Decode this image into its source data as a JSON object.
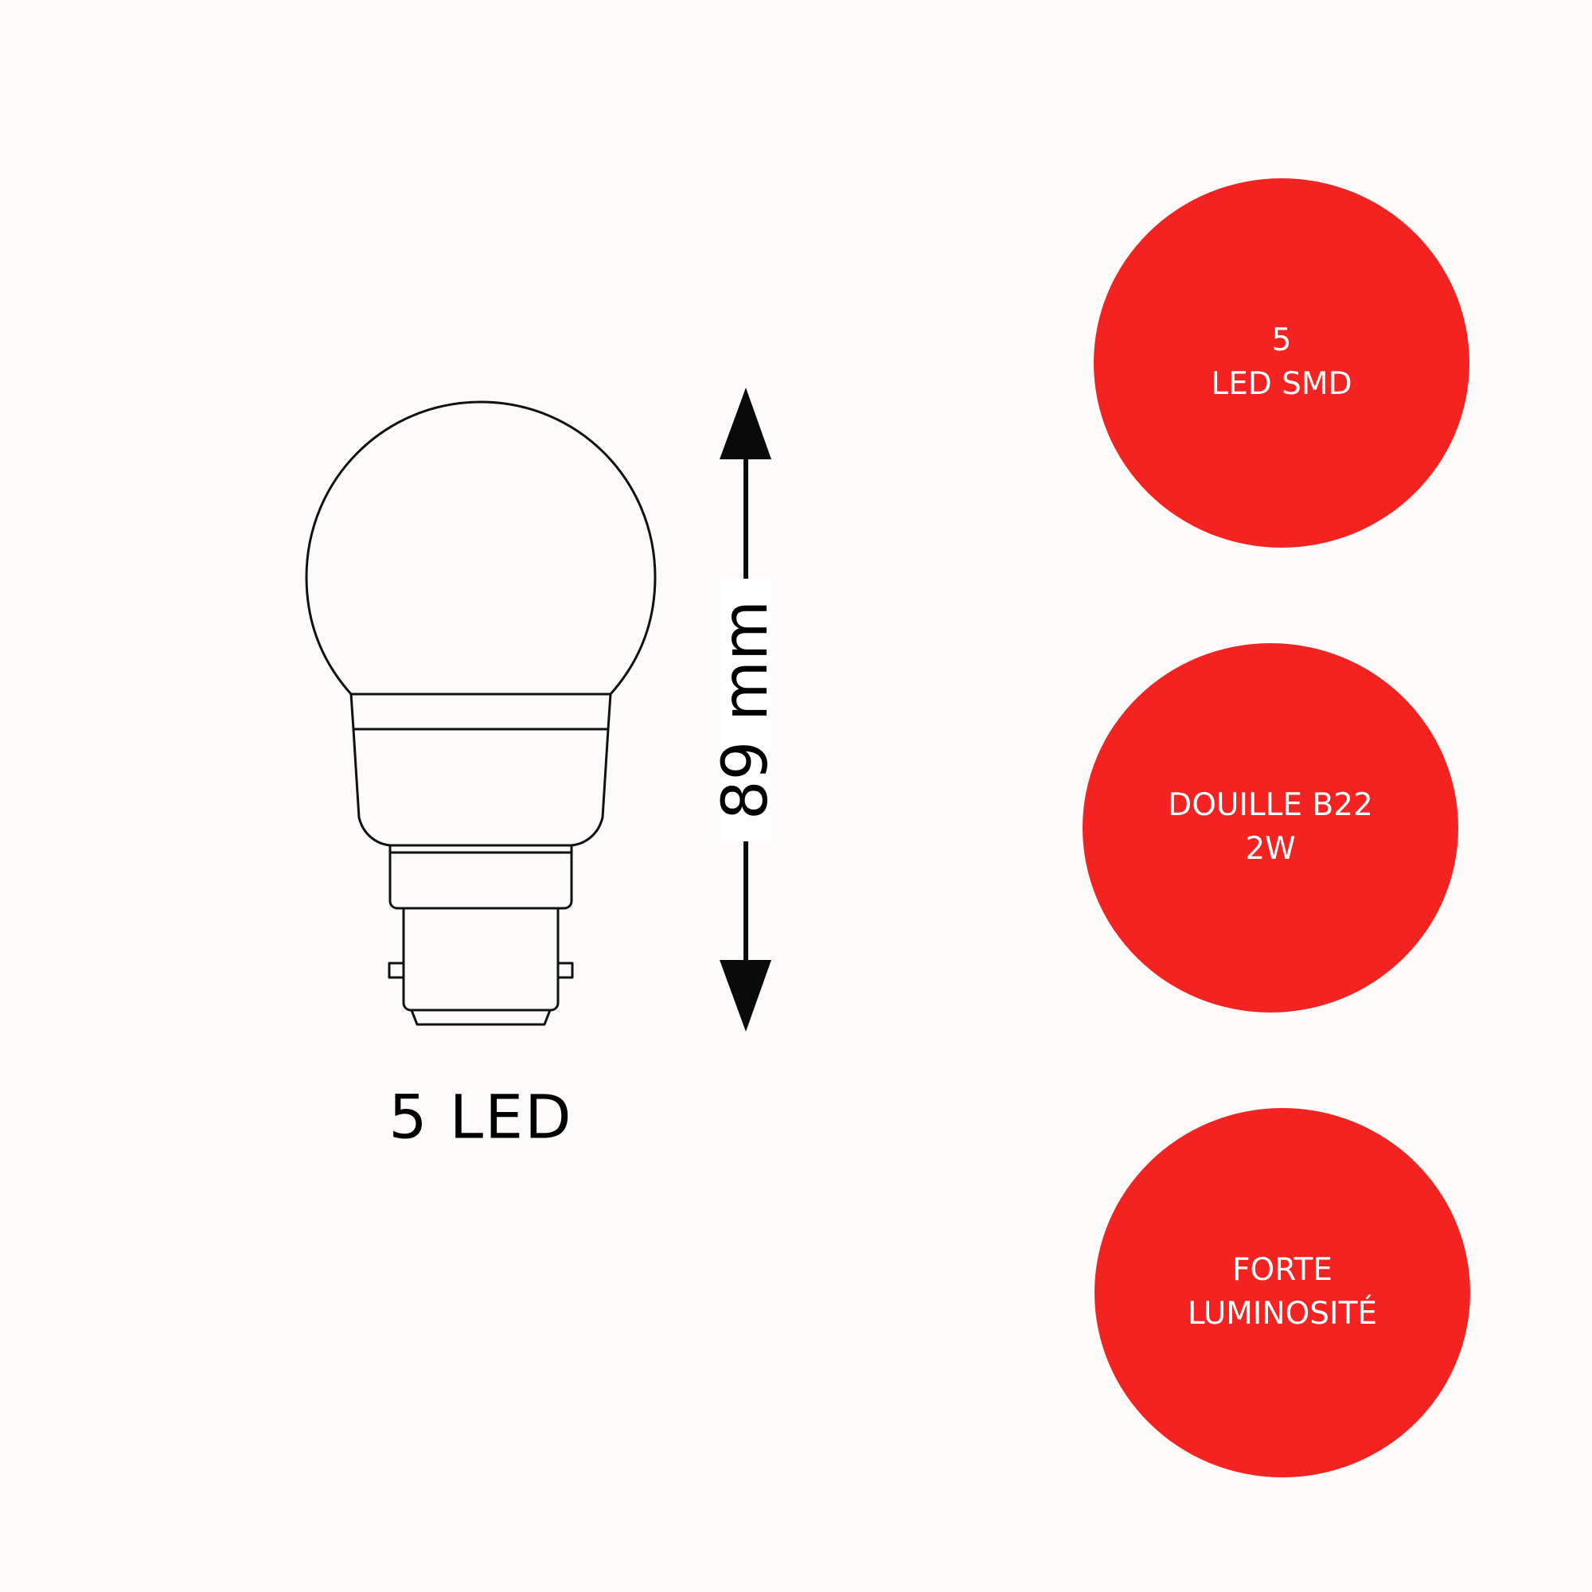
{
  "colors": {
    "background": "#fcfbf9",
    "badge_fill": "#f22320",
    "badge_text": "#ffffff",
    "line_art": "#111111"
  },
  "bulb_drawing": {
    "caption": "5 LED",
    "base_type_icon": "b22-bayonet-bulb-outline"
  },
  "dimension": {
    "label": "89 mm",
    "orientation": "vertical",
    "arrow_icon": "double-headed-arrow"
  },
  "badges": [
    {
      "lines": [
        "5",
        "LED SMD"
      ]
    },
    {
      "lines": [
        "DOUILLE B22",
        "2W"
      ]
    },
    {
      "lines": [
        "FORTE",
        "LUMINOSITÉ"
      ]
    }
  ]
}
